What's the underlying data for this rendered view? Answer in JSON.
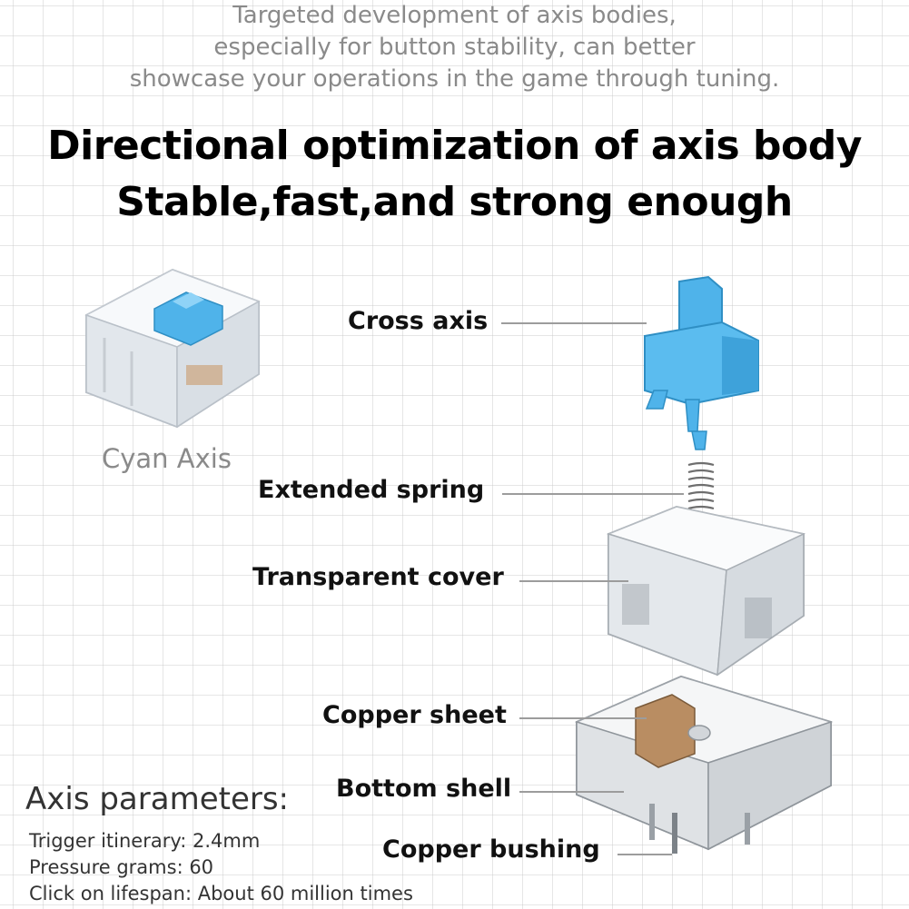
{
  "intro": {
    "lines": [
      "Targeted development of axis bodies,",
      "especially for button stability, can better",
      "showcase your operations in the game through tuning."
    ]
  },
  "headline": {
    "line1": "Directional optimization of axis body",
    "line2": "Stable,fast,and strong enough"
  },
  "switch_caption": "Cyan Axis",
  "parts": {
    "cross_axis": "Cross axis",
    "extended_spring": "Extended spring",
    "transparent_cover": "Transparent cover",
    "copper_sheet": "Copper sheet",
    "bottom_shell": "Bottom shell",
    "copper_bushing": "Copper bushing"
  },
  "parameters": {
    "title": "Axis parameters:",
    "items": [
      "Trigger itinerary: 2.4mm",
      "Pressure grams: 60",
      "Click on lifespan: About 60 million times"
    ]
  },
  "colors": {
    "stem_blue": "#4fb3ea",
    "label_text": "#111111",
    "muted_text": "#8a8a8a",
    "leader_line": "#9c9c9c"
  }
}
